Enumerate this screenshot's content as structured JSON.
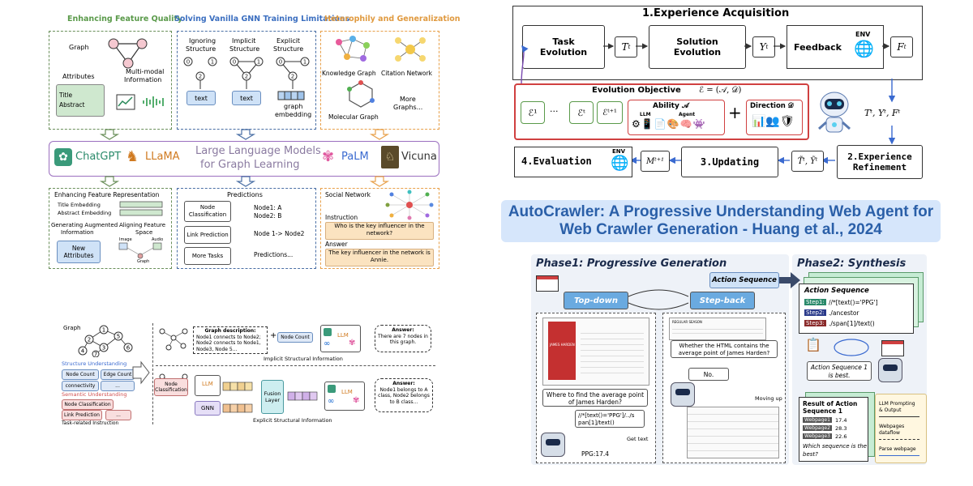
{
  "tl": {
    "headers": [
      "Enhancing Feature Quality",
      "Solving Vanilla GNN Training Limitations",
      "Heterophily and Generalization"
    ],
    "graph": "Graph",
    "attributes": "Attributes",
    "title_line": "Title",
    "abstract_line": "Abstract",
    "multimodal": [
      "Multi-modal",
      "Information"
    ],
    "structs": [
      "Ignoring",
      "Structure",
      "Implicit",
      "Structure",
      "Explicit",
      "Structure"
    ],
    "node_labels": [
      "0",
      "1",
      "2"
    ],
    "text_labels": [
      "text",
      "text"
    ],
    "graph_embedding": [
      "graph",
      "embedding"
    ],
    "kg": "Knowledge Graph",
    "citation": "Citation Network",
    "molecular": "Molecular Graph",
    "more_graphs": [
      "More",
      "Graphs..."
    ],
    "llm_banner": [
      "Large Language Models",
      "for Graph Learning"
    ],
    "models": [
      "ChatGPT",
      "LLaMA",
      "PaLM",
      "Vicuna"
    ],
    "efr": "Enhancing Feature Representation",
    "title_emb": "Title Embedding",
    "abstract_emb": "Abstract Embedding",
    "gen_aug": [
      "Generating Augmented",
      "Information"
    ],
    "new_attr": [
      "New",
      "Attributes"
    ],
    "align": [
      "Aligning Feature",
      "Space"
    ],
    "align_small": [
      "Image",
      "Audio",
      "Graph"
    ],
    "predictions": "Predictions",
    "pred_items": [
      "Node Classification",
      "Link Prediction",
      "More Tasks"
    ],
    "pred_results": [
      "Node1: A",
      "Node2: B",
      "Node 1-> Node2",
      "Predictions..."
    ],
    "social": "Social Network",
    "instruction": "Instruction",
    "question": "Who is the key influencer in the network?",
    "answer_label": "Answer",
    "answer": "The key influencer in the network is Annie."
  },
  "bl": {
    "graph_label": "Graph",
    "graph_nodes": [
      "1",
      "2",
      "3",
      "4",
      "5",
      "6",
      "7"
    ],
    "structure_title": "Structure Understanding",
    "structure_tags": [
      "Node Count",
      "Edge Count",
      "connectivity",
      "..."
    ],
    "semantic_title": "Semantic Understanding",
    "semantic_tags": [
      "Node Classification",
      "Link Prediction",
      "..."
    ],
    "task_footer": "Task-related Instruction",
    "graph_desc": [
      "Graph description:",
      "Node1 connects to Node2;",
      "Node2 connects to Node1,",
      "Node3, Node 5..."
    ],
    "node_count": "Node Count",
    "answer1": [
      "Answer:",
      "There are 7 nodes in",
      "this graph."
    ],
    "implicit": "Implicit Structural Information",
    "node_classif": [
      "Node",
      "Classification"
    ],
    "gnn": "GNN",
    "fusion": [
      "Fusion",
      "Layer"
    ],
    "answer2": [
      "Answer:",
      "Node1 belongs to A",
      "class, Node2 belongs",
      "to B class..."
    ],
    "explicit": "Explicit Structural Information",
    "llm": "LLM"
  },
  "tr": {
    "exp_acq": "1.Experience Acquisition",
    "task_evo": [
      "Task",
      "Evolution"
    ],
    "sol_evo": [
      "Solution",
      "Evolution"
    ],
    "feedback": "Feedback",
    "env": "ENV",
    "sym_t": "T",
    "sym_y": "Y",
    "sym_f": "F",
    "sup_t": "t",
    "objective": "Evolution Objective",
    "objective_formula": "ℰ = (𝒜, 𝒟)",
    "eps": [
      "ℰ¹",
      "···",
      "ℰᵗ",
      "ℰᵗ⁺¹"
    ],
    "ability": "Ability 𝒜",
    "ability_small": [
      "LLM",
      "Agent"
    ],
    "direction": "Direction 𝒟",
    "tyf": "Tᵗ, Yᵗ, Fᵗ",
    "evaluation": "4.Evaluation",
    "m_t1": "Mᵗ⁺¹",
    "updating": "3.Updating",
    "ty_tilde": "T̃ᵗ, Ỹᵗ",
    "exp_ref": [
      "2.Experience",
      "Refinement"
    ],
    "plus": "+"
  },
  "caption": [
    "AutoCrawler: A Progressive Understanding Web Agent for",
    "Web Crawler Generation - Huang et al., 2024"
  ],
  "br": {
    "phase1": "Phase1: Progressive Generation",
    "phase2": "Phase2: Synthesis",
    "action_seq": "Action Sequence",
    "top_down": "Top-down",
    "step_back": "Step-back",
    "q1": [
      "Where to find the average point",
      "of James Harden?"
    ],
    "xpath1": [
      "//*[text()='PPG']/../s",
      "pan[1]/text()"
    ],
    "get_text": "Get text",
    "ppg": "PPG:17.4",
    "q2": [
      "Whether the HTML contains the",
      "average point of James Harden?"
    ],
    "no": "No.",
    "moving_up": "Moving up",
    "as_title": "Action Sequence",
    "steps": [
      "Step1:",
      "Step2:",
      "Step3:"
    ],
    "step_vals": [
      "//*[text()='PPG']",
      "./ancestor",
      "./span[1]/text()"
    ],
    "best": [
      "Action Sequence 1",
      "is best."
    ],
    "result_title": [
      "Result of Action",
      "Sequence 1"
    ],
    "webpages": [
      "Webpage1",
      "Webpage2",
      "Webpage3"
    ],
    "wp_vals": [
      "17.4",
      "28.3",
      "22.6"
    ],
    "which": [
      "Which sequence is the",
      "best?"
    ],
    "legend": [
      "LLM Prompting",
      "& Output",
      "Webpages",
      "dataflow",
      "Parse webpage"
    ],
    "player": "JAMES HARDEN",
    "season": "REGULAR SEASON"
  },
  "colors": {
    "green": "#6a8f5a",
    "blue_dash": "#4a6fa5",
    "orange": "#e8a04a",
    "purple": "#9b6fbf",
    "red": "#d04040",
    "caption_bg": "#d6e6fb",
    "caption_text": "#2a5fa8"
  }
}
